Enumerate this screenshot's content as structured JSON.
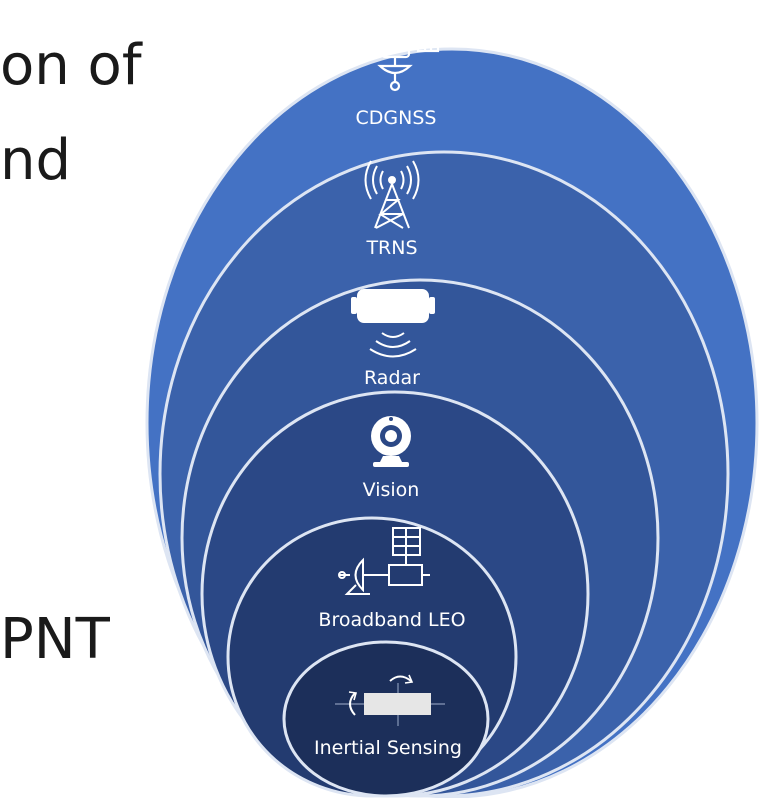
{
  "background_text": {
    "line1": "on of",
    "line2": "nd",
    "line3": "PNT"
  },
  "layers": [
    {
      "label": "CDGNSS",
      "icon": "satellite-icon",
      "color": "#4472c4"
    },
    {
      "label": "TRNS",
      "icon": "radio-tower-icon",
      "color": "#3b62ab"
    },
    {
      "label": "Radar",
      "icon": "radar-icon",
      "color": "#33569a"
    },
    {
      "label": "Vision",
      "icon": "camera-icon",
      "color": "#2b4886"
    },
    {
      "label": "Broadband LEO",
      "icon": "satellite-dish-icon",
      "color": "#233b70"
    },
    {
      "label": "Inertial Sensing",
      "icon": "gyroscope-icon",
      "color": "#1c2f5a"
    }
  ],
  "colors": {
    "ring_stroke": "#dde5f3",
    "icon": "#ffffff"
  }
}
